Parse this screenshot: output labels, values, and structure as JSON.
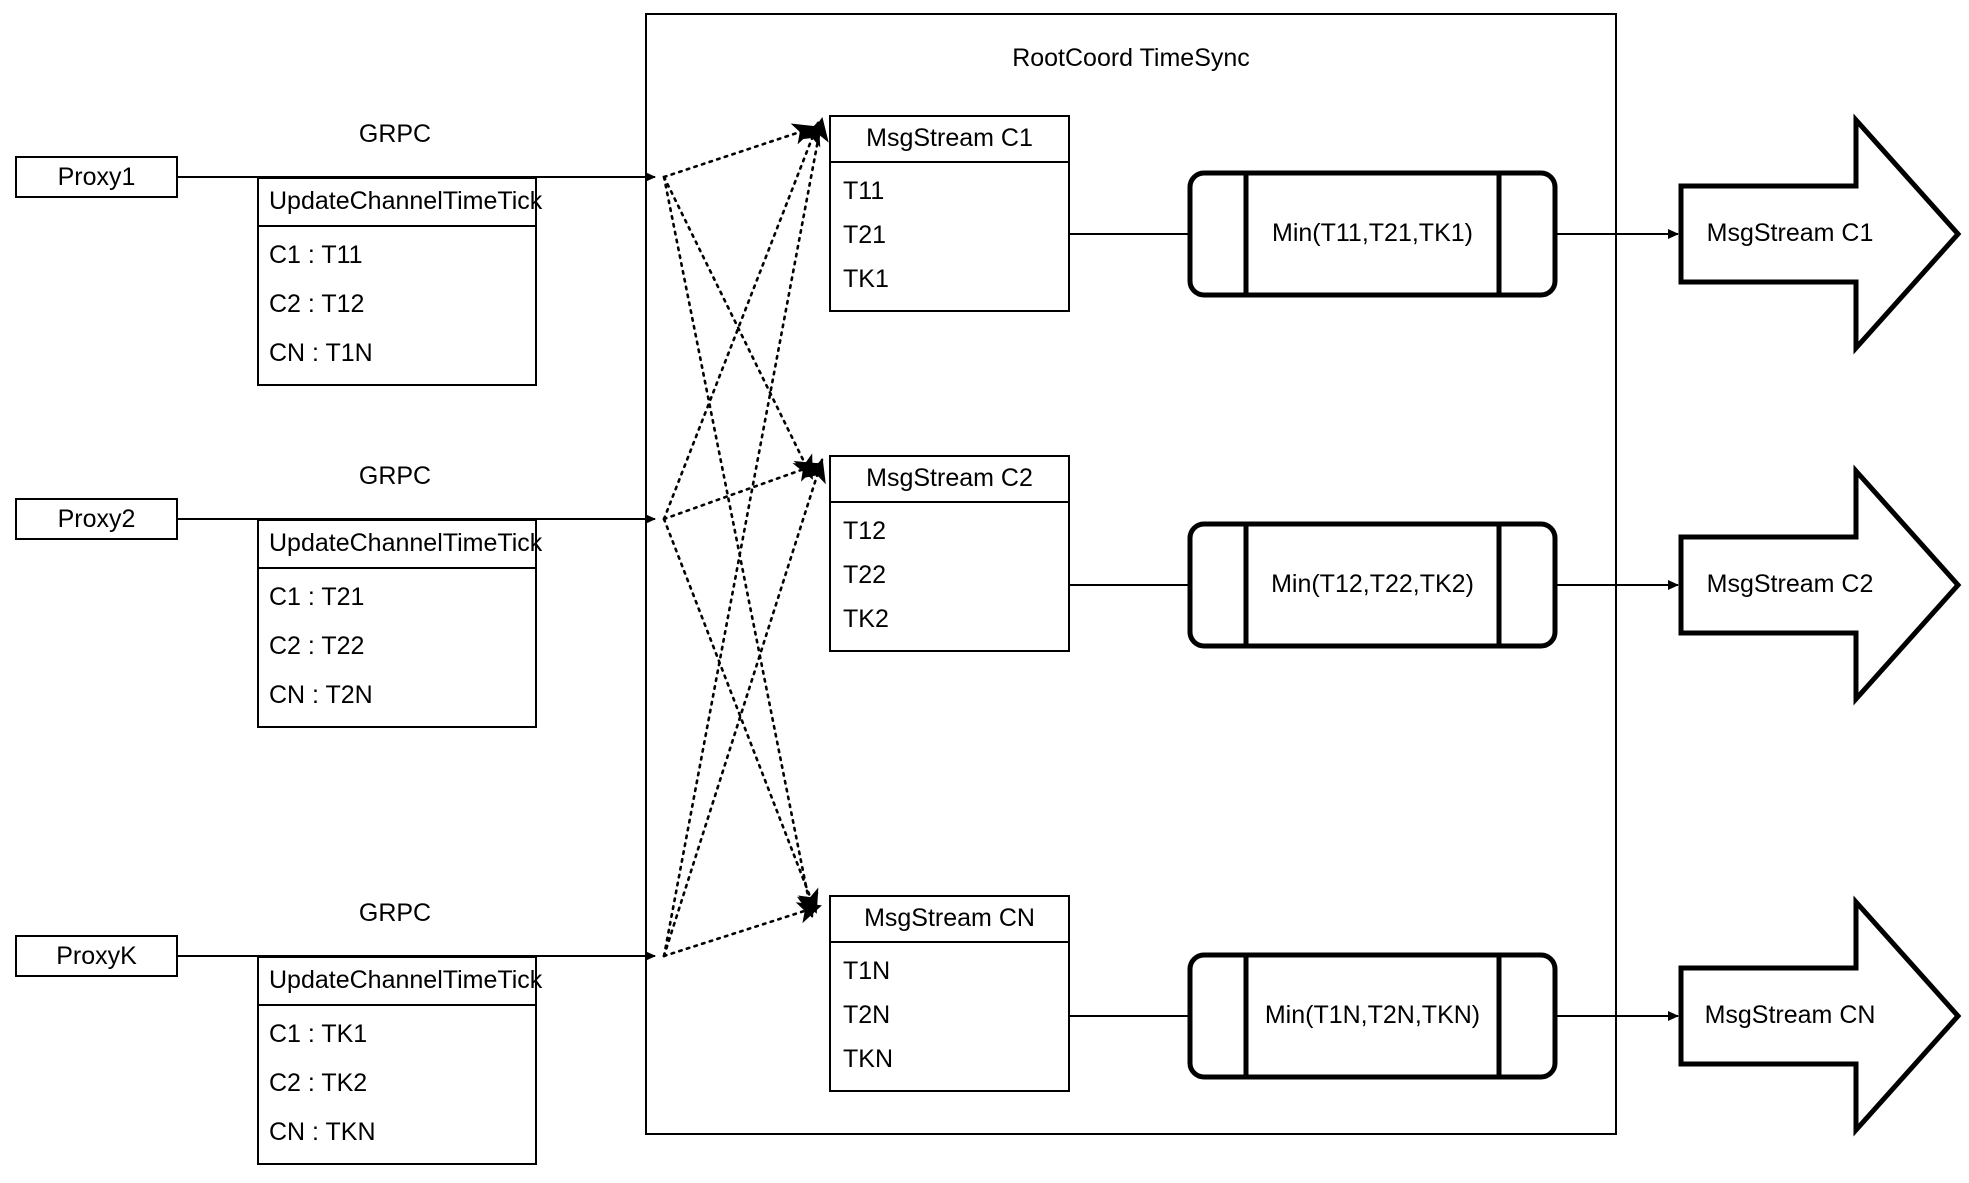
{
  "diagram": {
    "title": "RootCoord TimeSync",
    "container_label": "RootCoord TimeSync"
  },
  "proxies": [
    {
      "name": "Proxy1",
      "link_label": "GRPC",
      "table": {
        "header": "UpdateChannelTimeTick",
        "rows": [
          "C1 :  T11",
          "C2 :  T12",
          "CN : T1N"
        ]
      }
    },
    {
      "name": "Proxy2",
      "link_label": "GRPC",
      "table": {
        "header": "UpdateChannelTimeTick",
        "rows": [
          "C1 :  T21",
          "C2 :  T22",
          "CN : T2N"
        ]
      }
    },
    {
      "name": "ProxyK",
      "link_label": "GRPC",
      "table": {
        "header": "UpdateChannelTimeTick",
        "rows": [
          "C1 :  TK1",
          "C2 :  TK2",
          "CN : TKN"
        ]
      }
    }
  ],
  "channels": [
    {
      "msgstream": {
        "header": "MsgStream C1",
        "rows": [
          "T11",
          "T21",
          "TK1"
        ]
      },
      "process": "Min(T11,T21,TK1)",
      "output": "MsgStream C1"
    },
    {
      "msgstream": {
        "header": "MsgStream C2",
        "rows": [
          "T12",
          "T22",
          "TK2"
        ]
      },
      "process": "Min(T12,T22,TK2)",
      "output": "MsgStream C2"
    },
    {
      "msgstream": {
        "header": "MsgStream CN",
        "rows": [
          "T1N",
          "T2N",
          "TKN"
        ]
      },
      "process": "Min(T1N,T2N,TKN)",
      "output": "MsgStream CN"
    }
  ],
  "colors": {
    "stroke": "#000000",
    "background": "#ffffff"
  }
}
